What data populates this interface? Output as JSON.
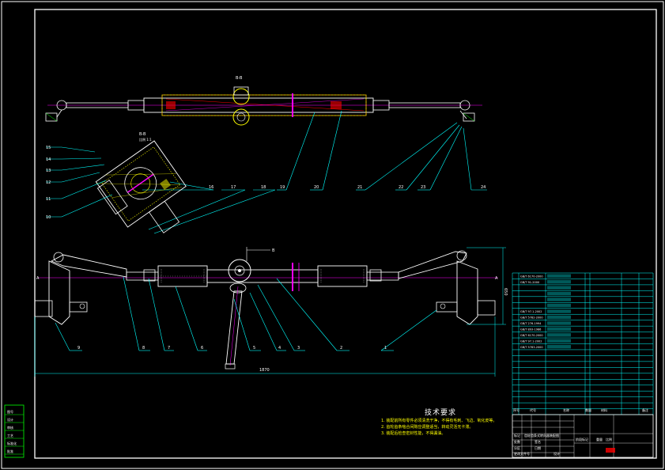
{
  "colors": {
    "background": "#000000",
    "frame": "#ffffff",
    "cyan": "#00ffff",
    "yellow": "#ffff00",
    "magenta": "#ff00ff",
    "green": "#00ff00",
    "red": "#ff0000"
  },
  "views": {
    "top_label": "B-B",
    "section_label": "B-B",
    "section_scale": "比例 1:1",
    "main_marker": "B",
    "axis_mark_left": "A",
    "axis_mark_right": "A"
  },
  "dimensions": {
    "overall": "1870",
    "height": "650"
  },
  "balloons_top": [
    "16",
    "17",
    "18",
    "19",
    "20",
    "21",
    "22",
    "23",
    "24"
  ],
  "balloons_section": [
    "15",
    "14",
    "13",
    "12",
    "11",
    "10"
  ],
  "balloons_bottom": [
    "9",
    "8",
    "7",
    "6",
    "5",
    "4",
    "3",
    "2",
    "1"
  ],
  "tech_req": {
    "title": "技术要求",
    "lines": [
      "1. 装配前所有零件必须清洗干净，不得有毛刺、飞边、氧化皮等。",
      "2. 齿轮齿条啮合间隙应调整适当，转动灵活无卡滞。",
      "3. 装配后检查密封性能，不得漏油。"
    ]
  },
  "bom_header": [
    "序号",
    "代号",
    "名称",
    "数量",
    "材料",
    "备注"
  ],
  "bom_codes": [
    "GB/T 6170-2000",
    "GB/T 91-2000",
    "",
    "",
    "",
    "",
    "GB/T 97.1-2002",
    "GB/T 5782-2000",
    "GB/T 276-1994",
    "GB/T 893-1986",
    "GB/T 6170-2000",
    "GB/T 97.1-2002",
    "GB/T 5783-2000"
  ],
  "title_block": {
    "header": "齿轮齿条式转向器装配图",
    "row_labels": [
      "标记",
      "处数",
      "分区",
      "更改文件号",
      "签名",
      "日期"
    ],
    "design": "设计",
    "stage": "阶段标记",
    "weight": "重量",
    "scale": "比例"
  },
  "stamp": {
    "title": "图号",
    "rows": [
      "设计",
      "审核",
      "工艺",
      "标准化",
      "批准"
    ]
  }
}
